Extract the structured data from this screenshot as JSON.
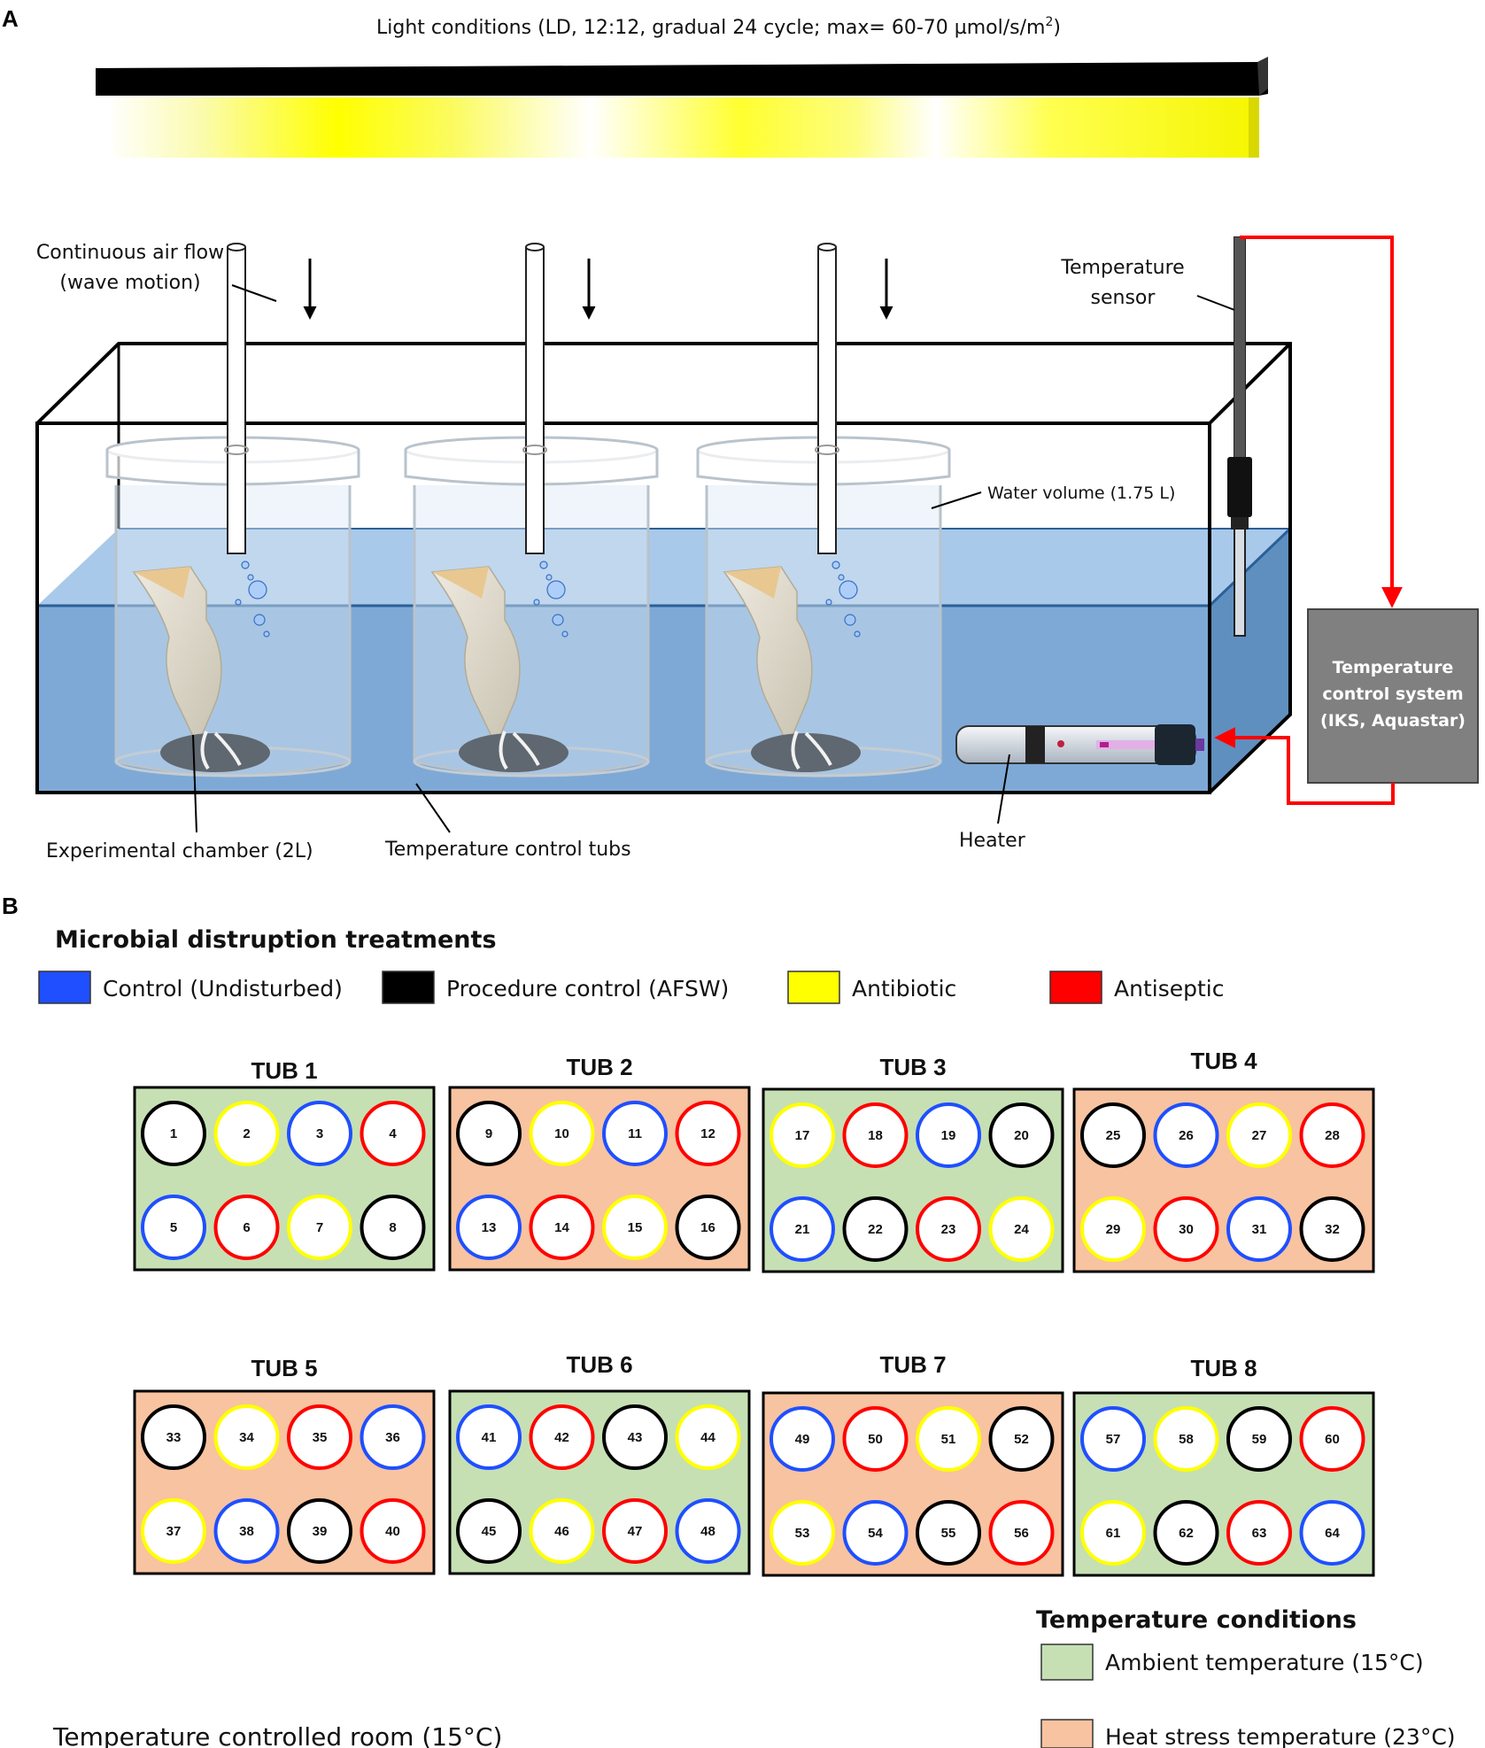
{
  "panel_a": {
    "letter": "A",
    "light_conditions": "Light conditions (LD, 12:12, gradual 24 cycle; max= 60-70 µmol/s/m",
    "light_superscript": "2",
    "light_close": ")",
    "air_flow_line1": "Continuous air flow",
    "air_flow_line2": "(wave motion)",
    "temp_sensor_line1": "Temperature",
    "temp_sensor_line2": "sensor",
    "water_volume": "Water volume (1.75 L)",
    "control_system_line1": "Temperature",
    "control_system_line2": "control system",
    "control_system_line3": "(IKS, Aquastar)",
    "chamber_label": "Experimental chamber (2L)",
    "tubs_label": "Temperature control tubs",
    "heater_label": "Heater"
  },
  "panel_b": {
    "letter": "B",
    "treatments_title": "Microbial distruption treatments",
    "treatments": [
      {
        "label": "Control (Undisturbed)",
        "color": "#1f4fff"
      },
      {
        "label": "Procedure control (AFSW)",
        "color": "#000000"
      },
      {
        "label": "Antibiotic",
        "color": "#ffff00"
      },
      {
        "label": "Antiseptic",
        "color": "#ff0000"
      }
    ],
    "tubs": [
      {
        "name": "TUB 1",
        "condition": "ambient",
        "wells": [
          {
            "n": "1",
            "t": "k"
          },
          {
            "n": "2",
            "t": "y"
          },
          {
            "n": "3",
            "t": "b"
          },
          {
            "n": "4",
            "t": "r"
          },
          {
            "n": "5",
            "t": "b"
          },
          {
            "n": "6",
            "t": "r"
          },
          {
            "n": "7",
            "t": "y"
          },
          {
            "n": "8",
            "t": "k"
          }
        ]
      },
      {
        "name": "TUB 2",
        "condition": "heat",
        "wells": [
          {
            "n": "9",
            "t": "k"
          },
          {
            "n": "10",
            "t": "y"
          },
          {
            "n": "11",
            "t": "b"
          },
          {
            "n": "12",
            "t": "r"
          },
          {
            "n": "13",
            "t": "b"
          },
          {
            "n": "14",
            "t": "r"
          },
          {
            "n": "15",
            "t": "y"
          },
          {
            "n": "16",
            "t": "k"
          }
        ]
      },
      {
        "name": "TUB 3",
        "condition": "ambient",
        "wells": [
          {
            "n": "17",
            "t": "y"
          },
          {
            "n": "18",
            "t": "r"
          },
          {
            "n": "19",
            "t": "b"
          },
          {
            "n": "20",
            "t": "k"
          },
          {
            "n": "21",
            "t": "b"
          },
          {
            "n": "22",
            "t": "k"
          },
          {
            "n": "23",
            "t": "r"
          },
          {
            "n": "24",
            "t": "y"
          }
        ]
      },
      {
        "name": "TUB 4",
        "condition": "heat",
        "wells": [
          {
            "n": "25",
            "t": "k"
          },
          {
            "n": "26",
            "t": "b"
          },
          {
            "n": "27",
            "t": "y"
          },
          {
            "n": "28",
            "t": "r"
          },
          {
            "n": "29",
            "t": "y"
          },
          {
            "n": "30",
            "t": "r"
          },
          {
            "n": "31",
            "t": "b"
          },
          {
            "n": "32",
            "t": "k"
          }
        ]
      },
      {
        "name": "TUB 5",
        "condition": "heat",
        "wells": [
          {
            "n": "33",
            "t": "k"
          },
          {
            "n": "34",
            "t": "y"
          },
          {
            "n": "35",
            "t": "r"
          },
          {
            "n": "36",
            "t": "b"
          },
          {
            "n": "37",
            "t": "y"
          },
          {
            "n": "38",
            "t": "b"
          },
          {
            "n": "39",
            "t": "k"
          },
          {
            "n": "40",
            "t": "r"
          }
        ]
      },
      {
        "name": "TUB 6",
        "condition": "ambient",
        "wells": [
          {
            "n": "41",
            "t": "b"
          },
          {
            "n": "42",
            "t": "r"
          },
          {
            "n": "43",
            "t": "k"
          },
          {
            "n": "44",
            "t": "y"
          },
          {
            "n": "45",
            "t": "k"
          },
          {
            "n": "46",
            "t": "y"
          },
          {
            "n": "47",
            "t": "r"
          },
          {
            "n": "48",
            "t": "b"
          }
        ]
      },
      {
        "name": "TUB 7",
        "condition": "heat",
        "wells": [
          {
            "n": "49",
            "t": "b"
          },
          {
            "n": "50",
            "t": "r"
          },
          {
            "n": "51",
            "t": "y"
          },
          {
            "n": "52",
            "t": "k"
          },
          {
            "n": "53",
            "t": "y"
          },
          {
            "n": "54",
            "t": "b"
          },
          {
            "n": "55",
            "t": "k"
          },
          {
            "n": "56",
            "t": "r"
          }
        ]
      },
      {
        "name": "TUB 8",
        "condition": "ambient",
        "wells": [
          {
            "n": "57",
            "t": "b"
          },
          {
            "n": "58",
            "t": "y"
          },
          {
            "n": "59",
            "t": "k"
          },
          {
            "n": "60",
            "t": "r"
          },
          {
            "n": "61",
            "t": "y"
          },
          {
            "n": "62",
            "t": "k"
          },
          {
            "n": "63",
            "t": "r"
          },
          {
            "n": "64",
            "t": "b"
          }
        ]
      }
    ],
    "temperature_title": "Temperature conditions",
    "ambient_label": "Ambient temperature (15°C)",
    "heat_label": "Heat stress temperature (23°C)",
    "room_label": "Temperature controlled room (15°C)"
  },
  "colors": {
    "control": "#1f4fff",
    "procedure": "#000000",
    "antibiotic": "#ffff00",
    "antiseptic": "#ff0000",
    "ambient_fill": "#c6e0b4",
    "heat_fill": "#f8c3a0",
    "water": "#7ea9d6",
    "control_box": "#808080"
  }
}
